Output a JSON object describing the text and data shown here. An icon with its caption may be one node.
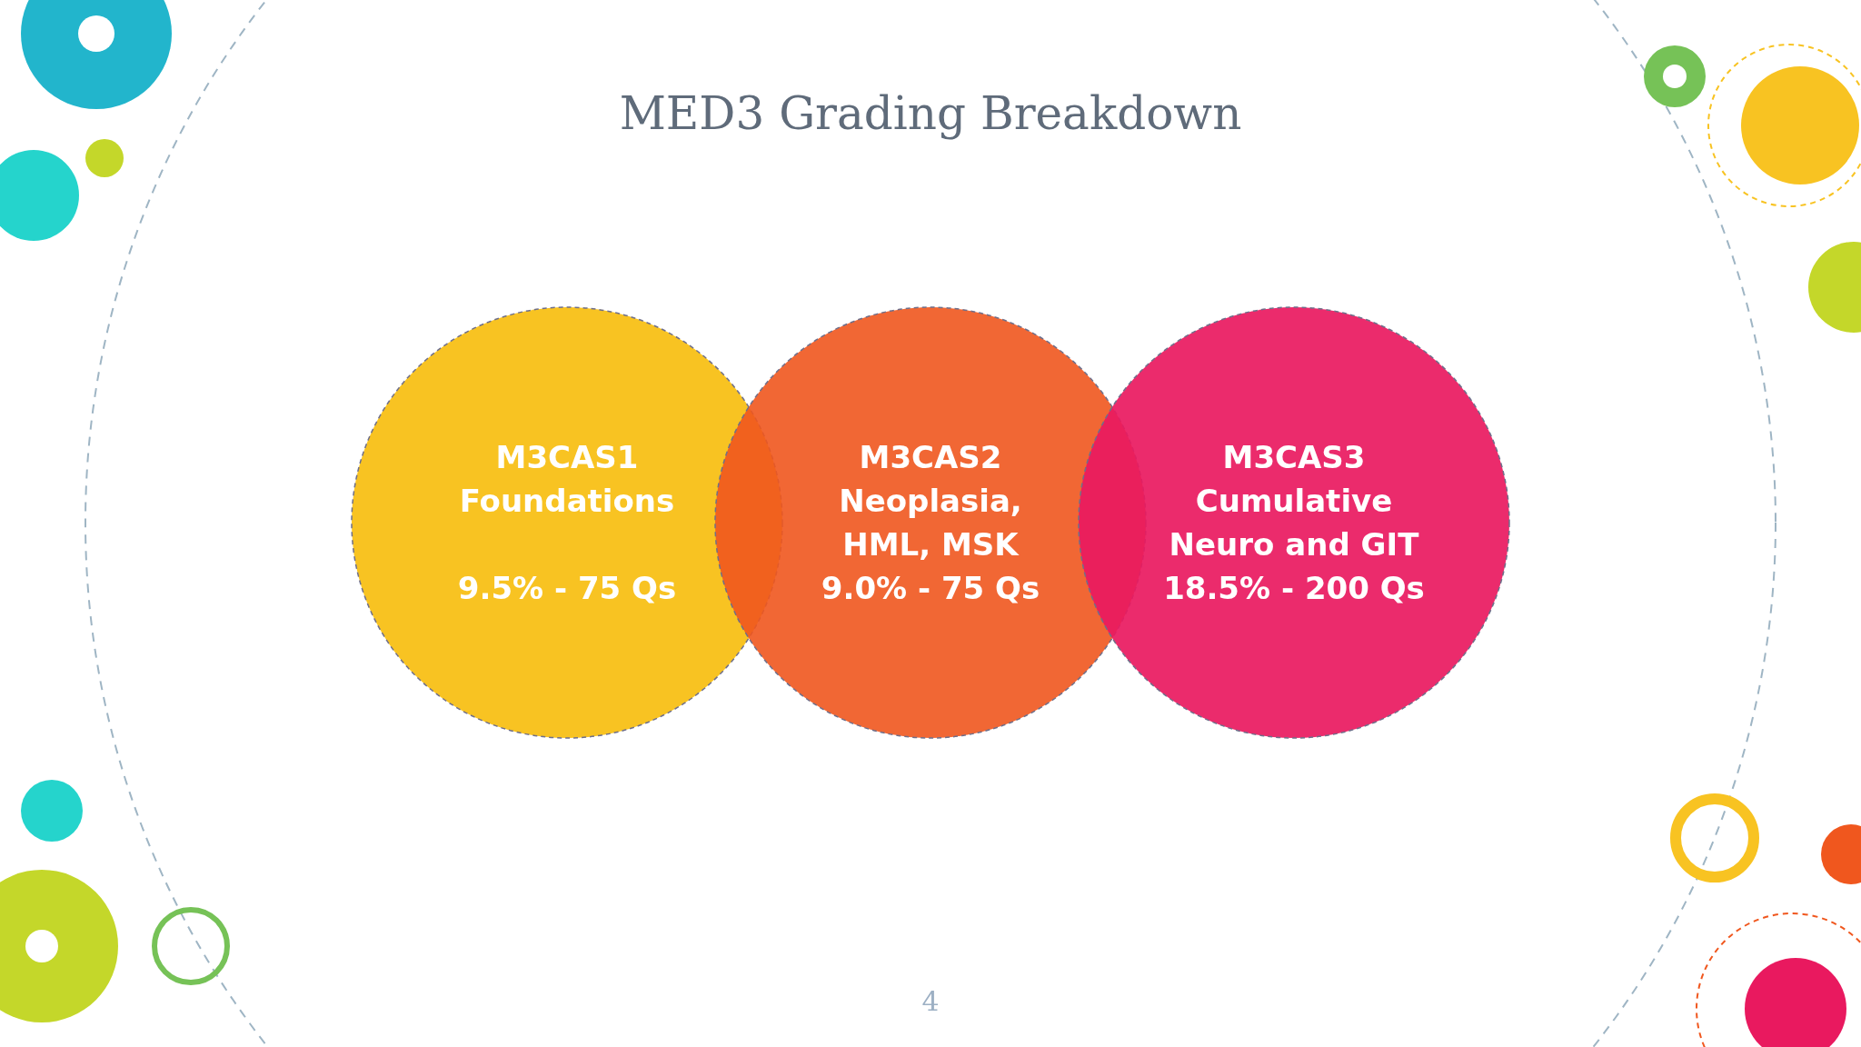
{
  "diagram": {
    "title": "MED3 Grading Breakdown",
    "nodes": [
      {
        "text": [
          "M3CAS1 Foundations",
          "9.5% - 75 Qs"
        ]
      },
      {
        "text": [
          "M3CAS2 Neoplasia, HML, MSK",
          "9.0% - 75 Qs"
        ]
      },
      {
        "text": [
          "M3CAS3 Cumulative Neuro and GIT",
          "18.5% - 200 Qs"
        ]
      }
    ],
    "labels": [
      "4"
    ]
  }
}
